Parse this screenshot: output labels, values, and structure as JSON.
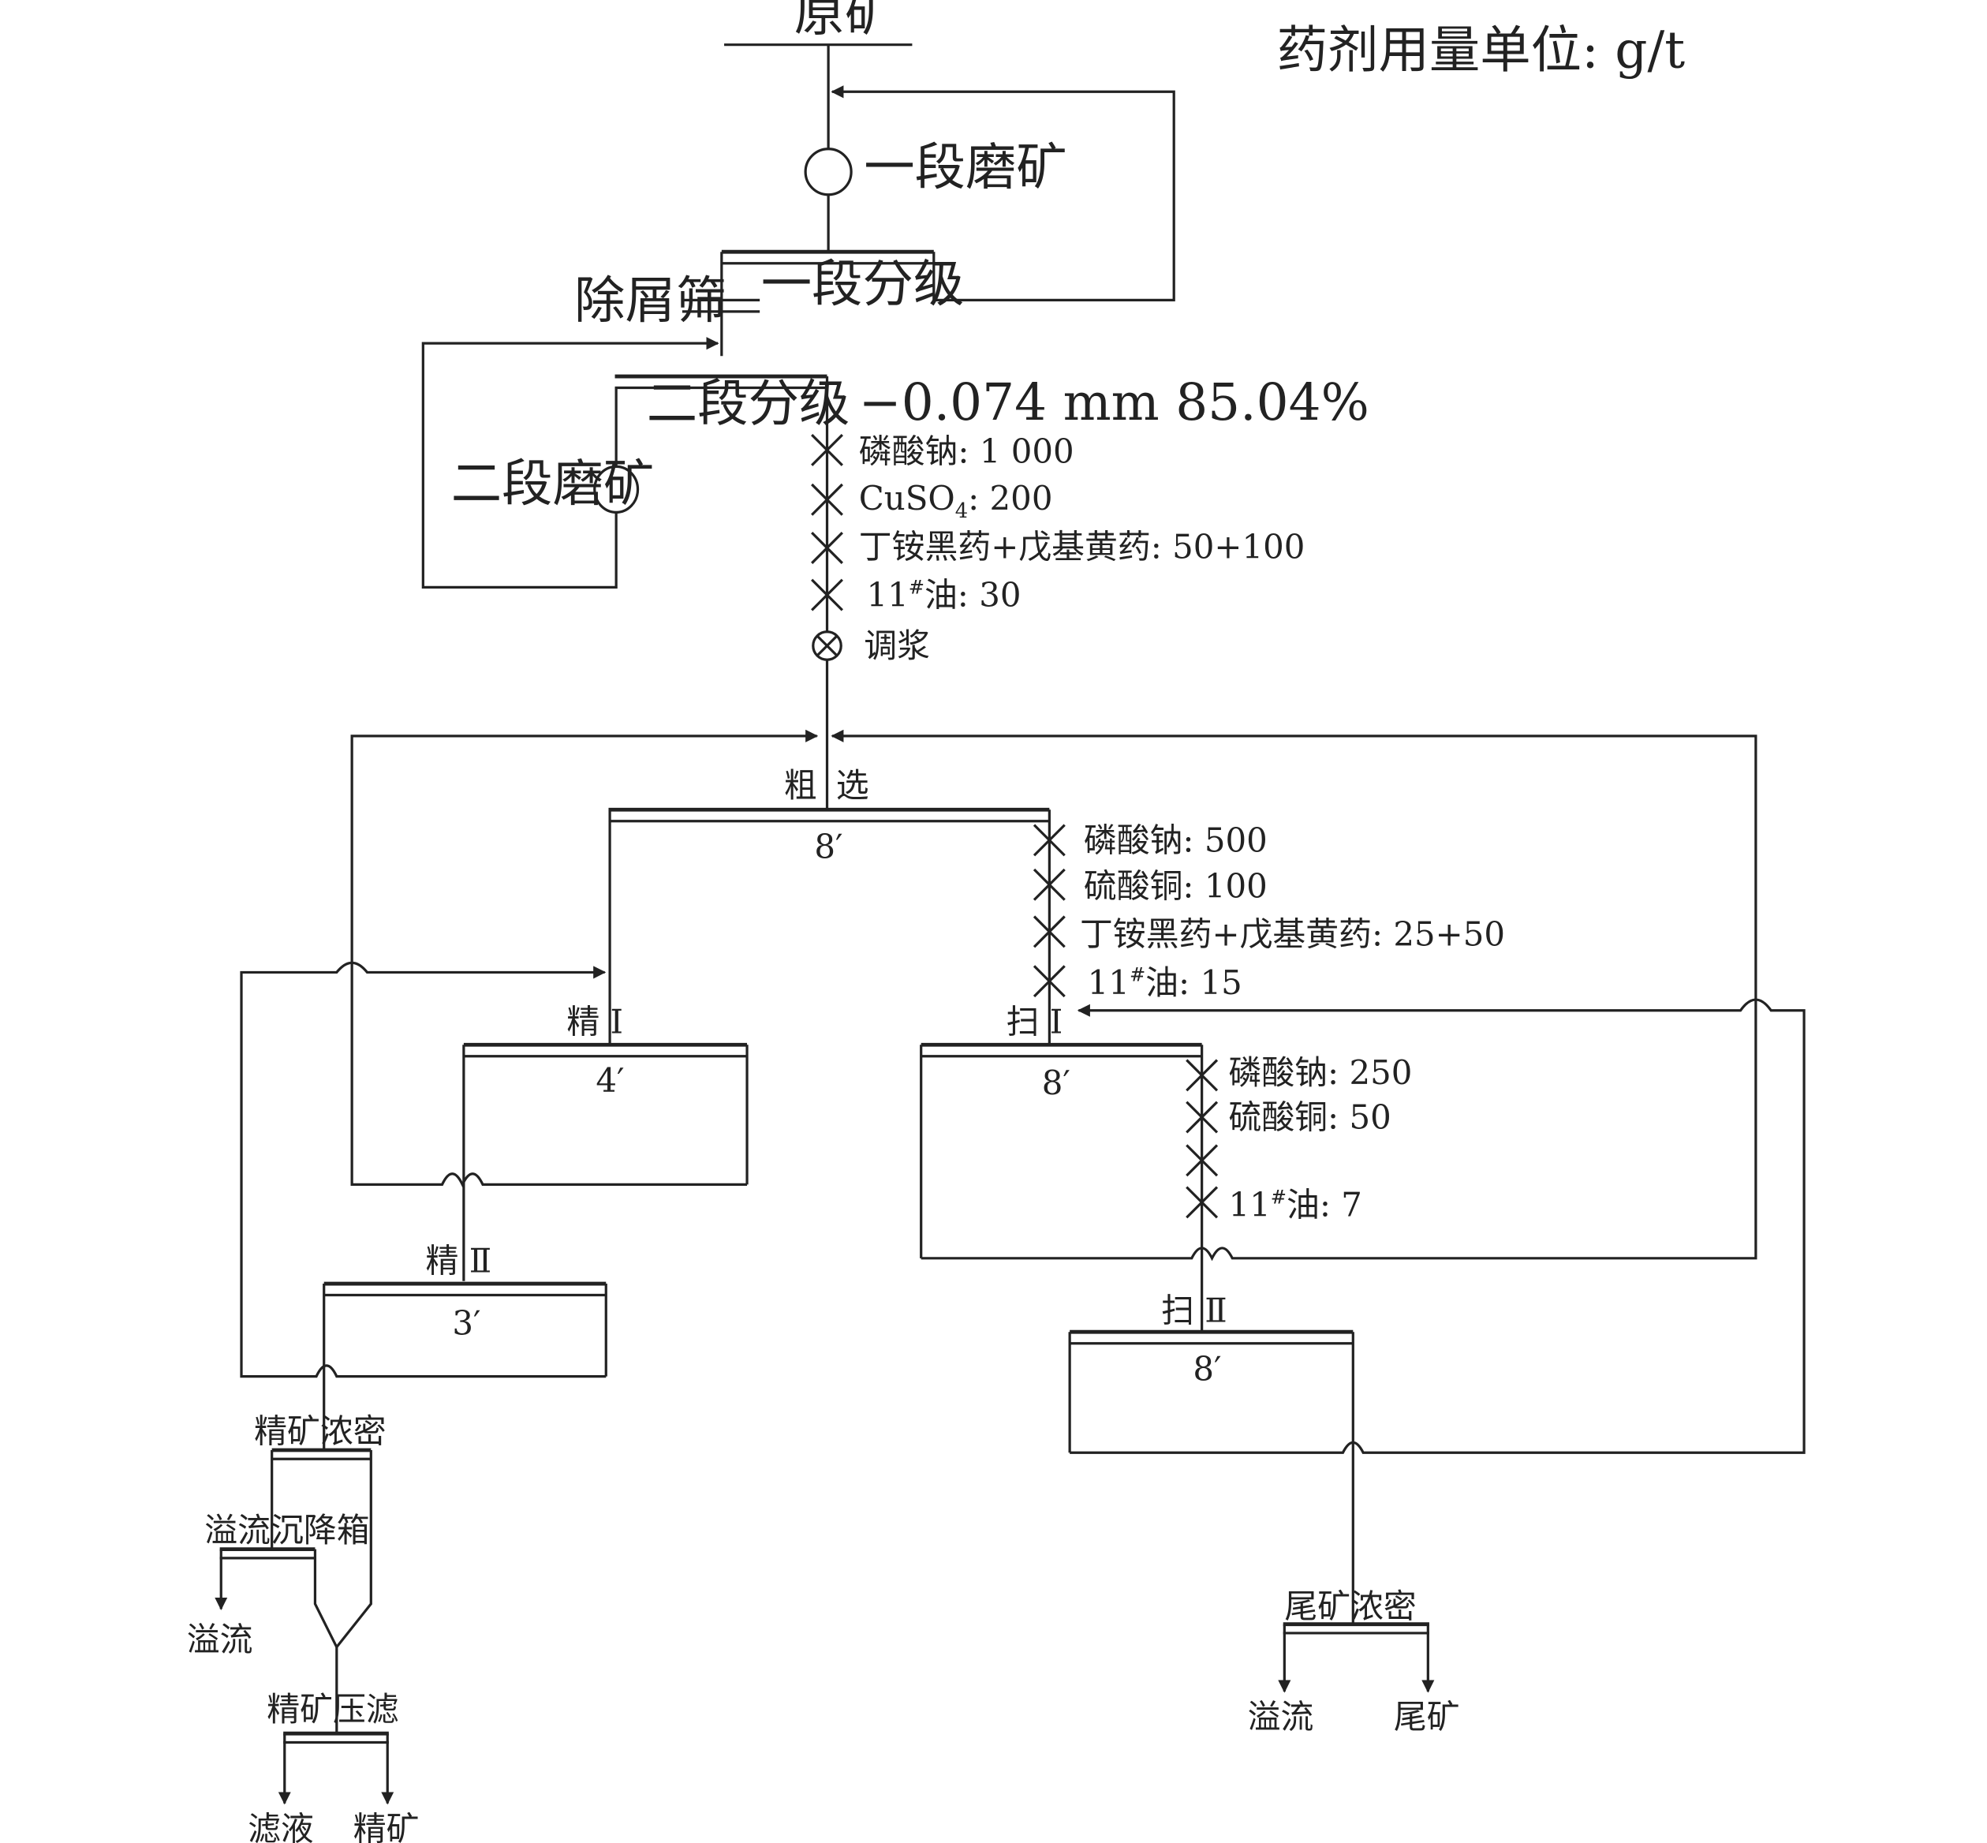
{
  "unit_note": "药剂用量单位: g/t",
  "raw_ore": "原矿",
  "grinding1": "一段磨矿",
  "classify1": "一段分级",
  "trash_screen": "除屑筛",
  "classify2": "二段分级",
  "grinding2": "二段磨矿",
  "fineness": "−0.074 mm 85.04%",
  "conditioning": "调浆",
  "rough": {
    "left": "粗",
    "right": "选",
    "time": "8′",
    "reagents": [
      "磷酸钠: 1 000",
      "CuSO",
      "4",
      ": 200",
      "丁铵黑药+戊基黄药: 50+100",
      "11",
      "#",
      "油: 30"
    ]
  },
  "scav1_reagents": [
    "磷酸钠: 500",
    "硫酸铜: 100",
    "丁铵黑药+戊基黄药: 25+50",
    "11",
    "#",
    "油: 15"
  ],
  "scav2_reagents": [
    "磷酸钠: 250",
    "硫酸铜: 50",
    "11",
    "#",
    "油: 7"
  ],
  "clean1": {
    "label": "精 Ⅰ",
    "time": "4′"
  },
  "clean2": {
    "label": "精 Ⅱ",
    "time": "3′"
  },
  "scav1": {
    "label": "扫 Ⅰ",
    "time": "8′"
  },
  "scav2": {
    "label": "扫 Ⅱ",
    "time": "8′"
  },
  "conc_thickener": "精矿浓密",
  "overflow_settler": "溢流沉降箱",
  "overflow_left": "溢流",
  "conc_filter": "精矿压滤",
  "filtrate": "滤液",
  "concentrate": "精矿",
  "tail_thickener": "尾矿浓密",
  "overflow_right": "溢流",
  "tailings": "尾矿"
}
